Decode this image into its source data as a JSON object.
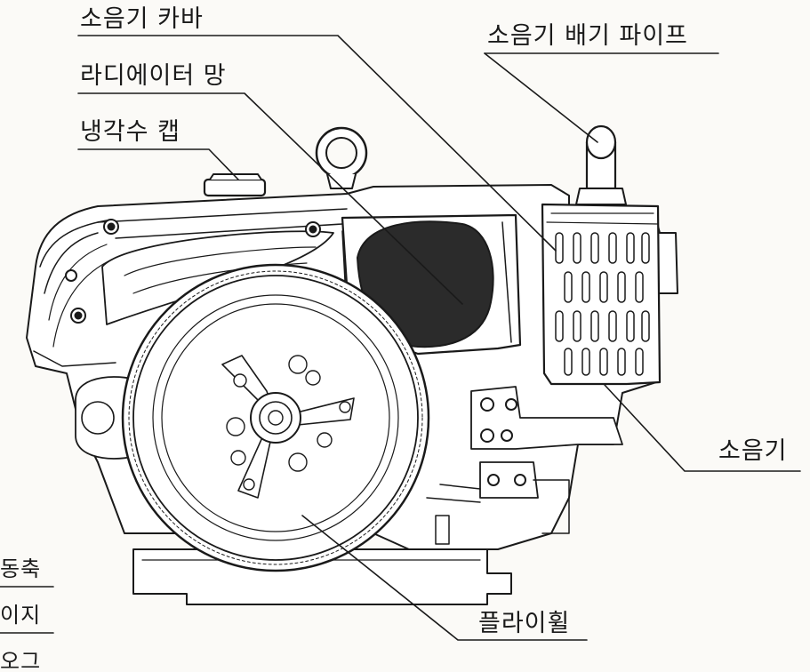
{
  "labels": {
    "muffler_cover": "소음기 카바",
    "radiator_screen": "라디에이터 망",
    "coolant_cap": "냉각수 캡",
    "muffler_exhaust_pipe": "소음기 배기 파이프",
    "muffler": "소음기",
    "flywheel": "플라이휠",
    "cut_label_1": "동축",
    "cut_label_2": "이지",
    "cut_label_3": "오그"
  },
  "colors": {
    "line": "#1a1a1a",
    "fill_light": "#ffffff",
    "screen_dark": "#2b2b2b",
    "background": "#fbfaf7"
  }
}
